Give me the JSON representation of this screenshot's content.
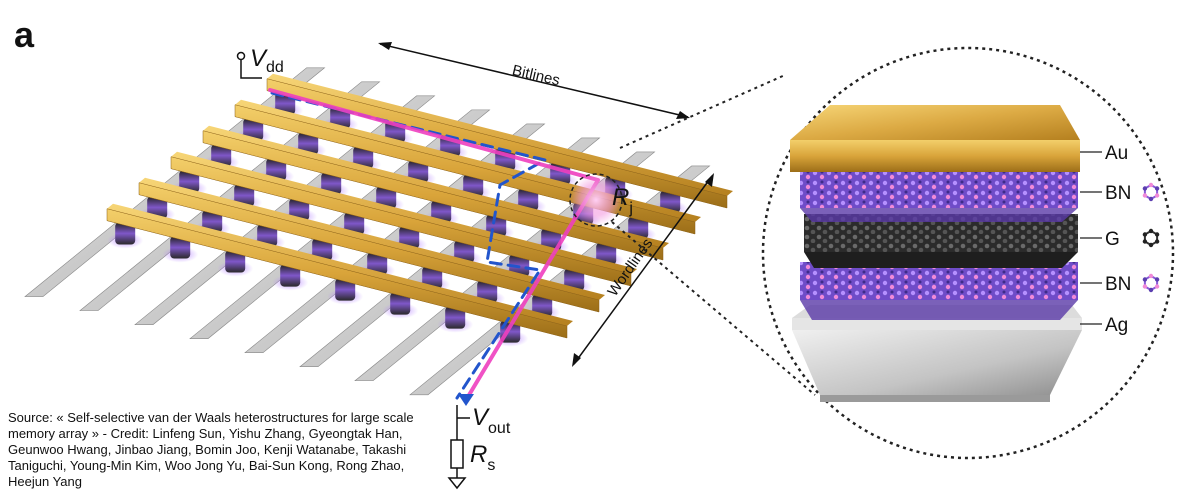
{
  "figure": {
    "panel_label": "a",
    "source_credit": "Source: « Self-selective van der Waals heterostructures for large scale memory array » - Credit: Linfeng Sun, Yishu Zhang, Gyeongtak Han, Geunwoo Hwang, Jinbao Jiang, Bomin Joo, Kenji Watanabe, Takashi Taniguchi, Young-Min Kim, Woo Jong Yu, Bai-Sun Kong, Rong Zhao, Heejun Yang"
  },
  "array": {
    "bitlines_label": "Bitlines",
    "wordlines_label": "Wordlines",
    "vdd": {
      "main": "V",
      "sub": "dd"
    },
    "vout": {
      "main": "V",
      "sub": "out"
    },
    "rj": {
      "main": "R",
      "sub": "j"
    },
    "rs": {
      "main": "R",
      "sub": "s"
    }
  },
  "stack": {
    "layers": [
      {
        "label": "Au",
        "icon": "none"
      },
      {
        "label": "BN",
        "icon": "hexagon-icon-purple"
      },
      {
        "label": "G",
        "icon": "hexagon-icon-black"
      },
      {
        "label": "BN",
        "icon": "hexagon-icon-purple"
      },
      {
        "label": "Ag",
        "icon": "none"
      }
    ]
  },
  "colors": {
    "gold": "#d4a43a",
    "purple": "#8a5ad8",
    "graphene": "#3a3a3a",
    "silver": "#c9c9c9",
    "magenta_path": "#ee3fbf",
    "sneak_path": "#2255cc"
  }
}
